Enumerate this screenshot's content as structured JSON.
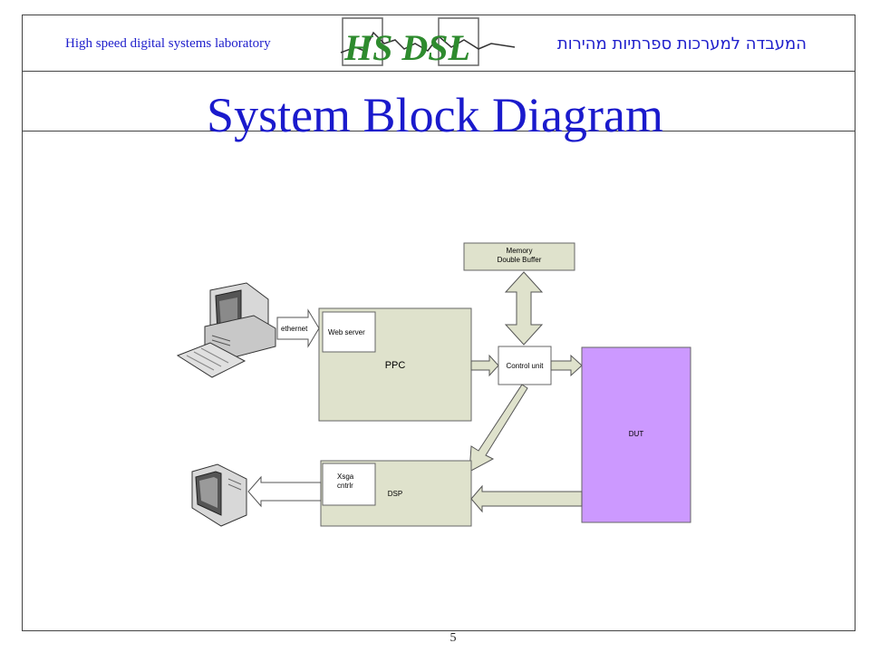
{
  "header": {
    "lab_english": "High speed digital systems laboratory",
    "lab_hebrew": "המעבדה למערכות ספרתיות מהירות",
    "logo_text": "HS DSL"
  },
  "slide": {
    "title": "System Block Diagram",
    "page_number": "5"
  },
  "diagram": {
    "memory_line1": "Memory",
    "memory_line2": "Double Buffer",
    "ethernet": "ethernet",
    "web_server": "Web server",
    "ppc": "PPC",
    "control_unit": "Control unit",
    "dut": "DUT",
    "xsga_line1": "Xsga",
    "xsga_line2": "cntrlr",
    "dsp": "DSP"
  },
  "colors": {
    "block_fill": "#dfe2cc",
    "dut_fill": "#cc99ff",
    "title_color": "#1a1acc",
    "header_text": "#2020cc"
  }
}
